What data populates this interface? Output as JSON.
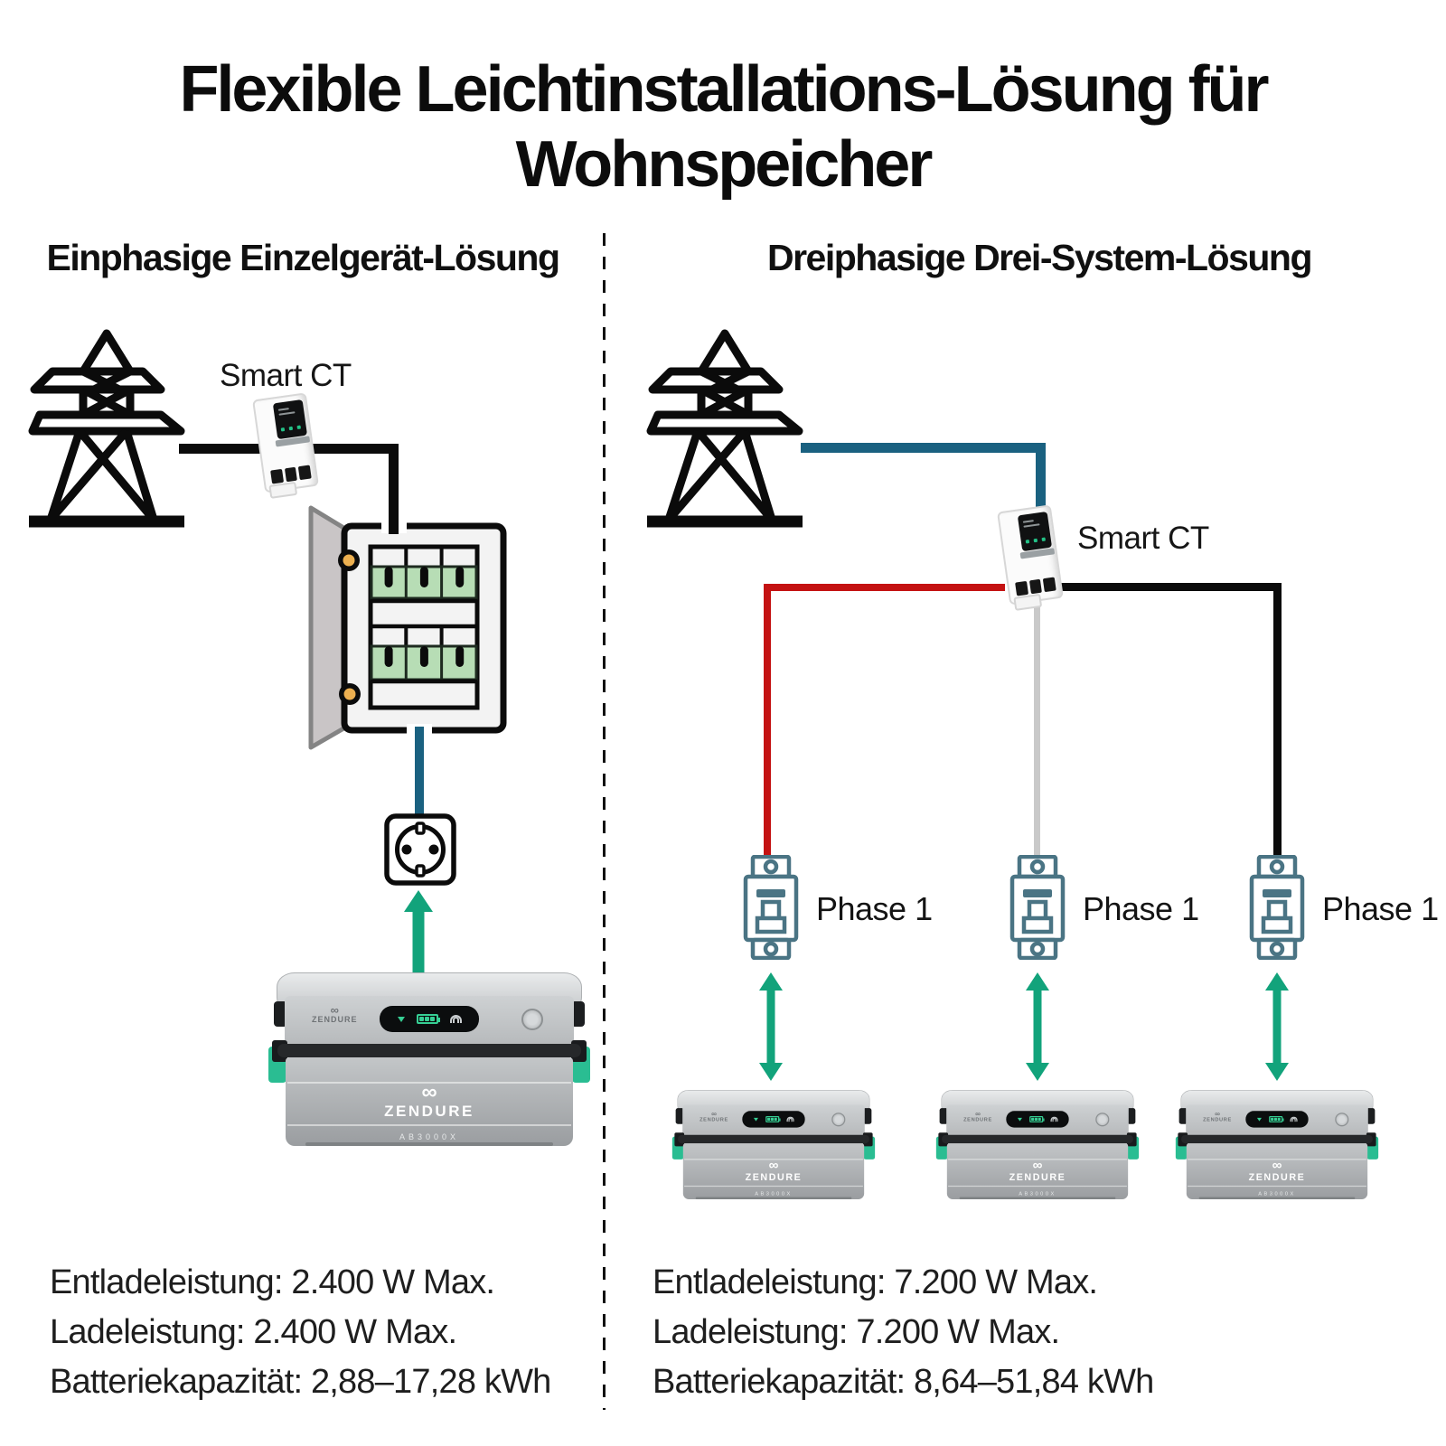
{
  "title": {
    "line1": "Flexible Leichtinstallations-Lösung für",
    "line2": "Wohnspeicher"
  },
  "left": {
    "heading": "Einphasige Einzelgerät-Lösung",
    "smart_ct_label": "Smart CT",
    "specs": [
      "Entladeleistung: 2.400 W Max.",
      "Ladeleistung: 2.400 W Max.",
      "Batteriekapazität: 2,88–17,28 kWh"
    ]
  },
  "right": {
    "heading": "Dreiphasige Drei-System-Lösung",
    "smart_ct_label": "Smart CT",
    "phases": [
      {
        "label": "Phase 1"
      },
      {
        "label": "Phase 1"
      },
      {
        "label": "Phase 1"
      }
    ],
    "specs": [
      "Entladeleistung: 7.200 W Max.",
      "Ladeleistung: 7.200 W Max.",
      "Batteriekapazität: 8,64–51,84 kWh"
    ]
  },
  "battery": {
    "brand": "ZENDURE",
    "model": "AB3000X",
    "logo_glyph": "∞"
  },
  "icons": {
    "pylon": "power-pylon-line-art",
    "socket": "schuko-socket",
    "breaker": "din-circuit-breaker",
    "arrow": "green-energy-arrow"
  },
  "colors": {
    "wire_black": "#0B0B0B",
    "wire_blue": "#1A6180",
    "wire_red": "#C41212",
    "wire_gray": "#C9C9C9",
    "arrow_green": "#12A37B",
    "handle_green": "#2ABD92",
    "breaker_teal": "#4A7484",
    "panel_breaker_green": "#B7DDB5",
    "hinge_yellow": "#EDB050"
  }
}
